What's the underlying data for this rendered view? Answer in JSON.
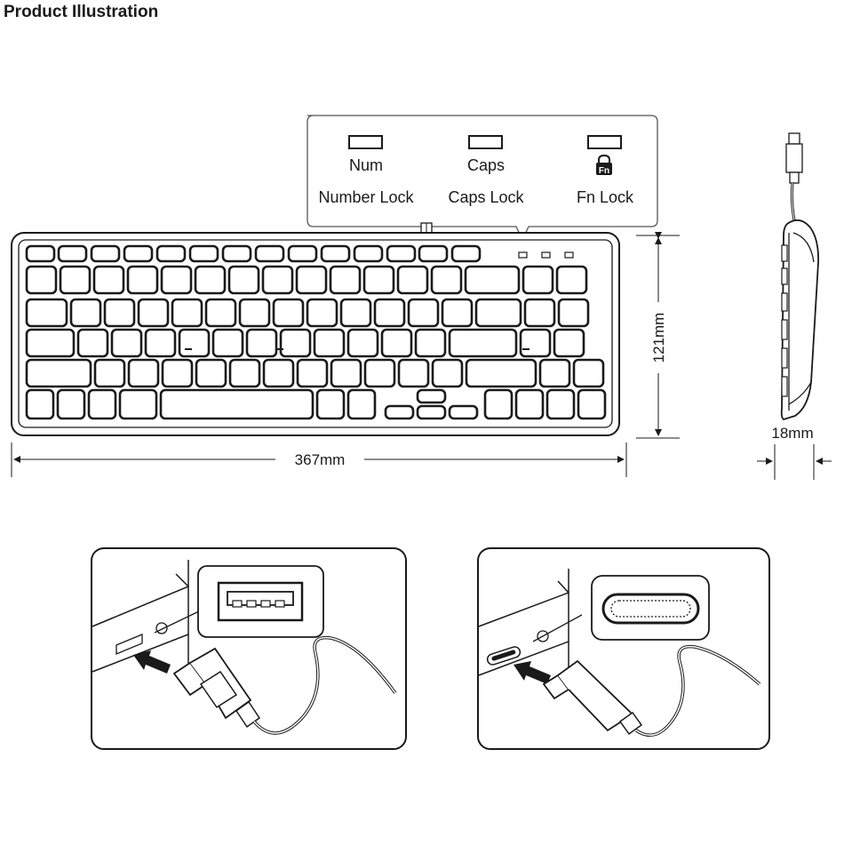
{
  "title": "Product Illustration",
  "indicators": [
    {
      "short": "Num",
      "long": "Number Lock"
    },
    {
      "short": "Caps",
      "long": "Caps Lock"
    },
    {
      "short": "Fn",
      "long": "Fn Lock"
    }
  ],
  "dimensions": {
    "width": "367mm",
    "height": "121mm",
    "depth": "18mm"
  },
  "icons": [
    "lock-fn-icon",
    "usb-a-port-icon",
    "usb-c-port-icon",
    "arrow-icon"
  ]
}
